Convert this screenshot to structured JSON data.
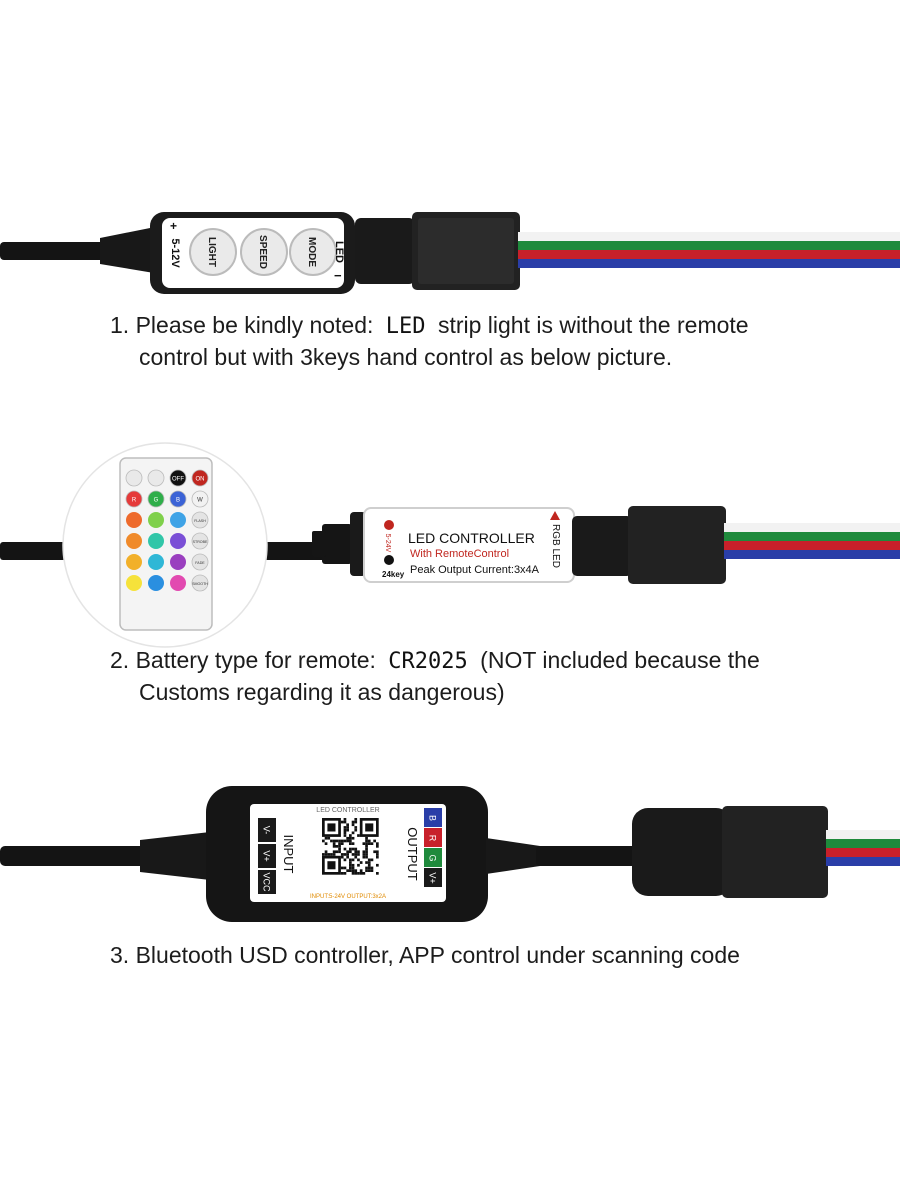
{
  "items": [
    {
      "number": "1.",
      "caption_before": "Please be kindly noted:",
      "caption_highlight": "LED",
      "caption_after": "strip light is without the remote",
      "caption_line2": "control but with 3keys hand control as below picture.",
      "device": {
        "voltage": "5-12V",
        "plus": "+",
        "minus": "−",
        "keys": [
          "LIGHT",
          "SPEED",
          "MODE"
        ],
        "output": "LED"
      }
    },
    {
      "number": "2.",
      "caption_before": "Battery type for remote:",
      "caption_highlight": "CR2025",
      "caption_after": "(NOT included because the",
      "caption_line2": "Customs regarding it as dangerous)",
      "remote": {
        "top_buttons": [
          "",
          "",
          "OFF",
          "ON"
        ],
        "row_rgb": [
          "R",
          "G",
          "B",
          "W"
        ],
        "side_labels": [
          "FLASH",
          "STROBE",
          "FADE",
          "SMOOTH"
        ]
      },
      "controller": {
        "title": "LED CONTROLLER",
        "subtitle": "With RemoteControl",
        "spec": "Peak Output Current:3x4A",
        "voltage": "5-24V",
        "keys_label": "24key",
        "side": "RGB LED"
      }
    },
    {
      "number": "3.",
      "caption_before": "Bluetooth USD controller, APP control under scanning code",
      "bluetooth": {
        "header": "LED CONTROLLER",
        "input_label": "INPUT",
        "input_pins": [
          "V-",
          "V+",
          "VCC"
        ],
        "output_label": "OUTPUT",
        "output_pins": [
          "V+",
          "G",
          "R",
          "B"
        ],
        "footer": "INPUT:5-24V OUTPUT:3x2A"
      }
    }
  ],
  "colors": {
    "wire_white": "#f2f2f2",
    "wire_green": "#1f8a3c",
    "wire_red": "#c8202a",
    "wire_blue": "#2a3ea8",
    "cable_black": "#141414"
  }
}
